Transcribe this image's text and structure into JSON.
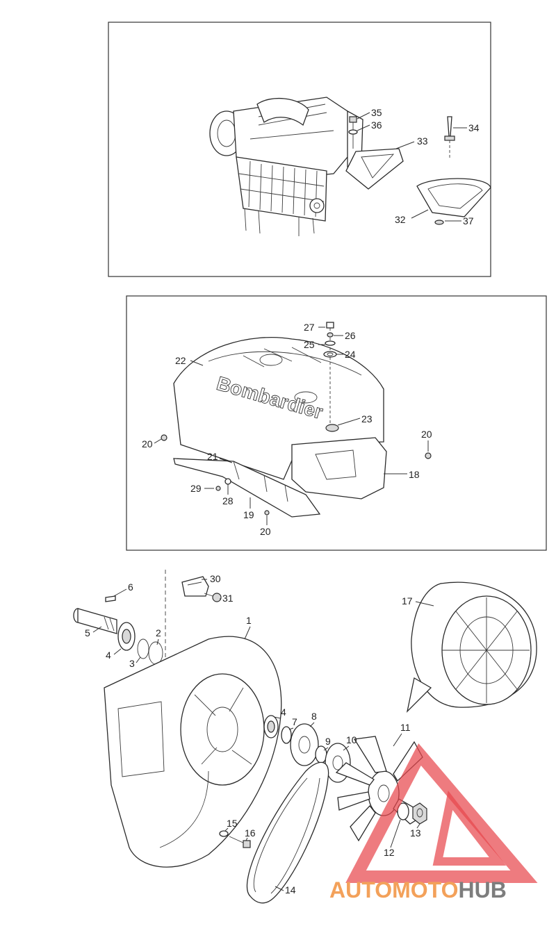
{
  "cover_brand_text": "Bombardier",
  "callouts_top": [
    "35",
    "36",
    "34",
    "33",
    "32",
    "37"
  ],
  "callouts_middle": [
    "27",
    "26",
    "25",
    "24",
    "22",
    "23",
    "20",
    "20",
    "18",
    "21",
    "29",
    "28",
    "19",
    "20"
  ],
  "callouts_bottom": [
    "30",
    "6",
    "31",
    "17",
    "5",
    "2",
    "1",
    "4",
    "3",
    "4",
    "7",
    "8",
    "11",
    "9",
    "10",
    "15",
    "16",
    "13",
    "12",
    "14"
  ],
  "watermark": {
    "word1": "AUTOMOTO",
    "word2": "HUB",
    "color1": "#f3a15a",
    "color2": "#7d7d7d",
    "triangle_color": "#e8484d"
  }
}
